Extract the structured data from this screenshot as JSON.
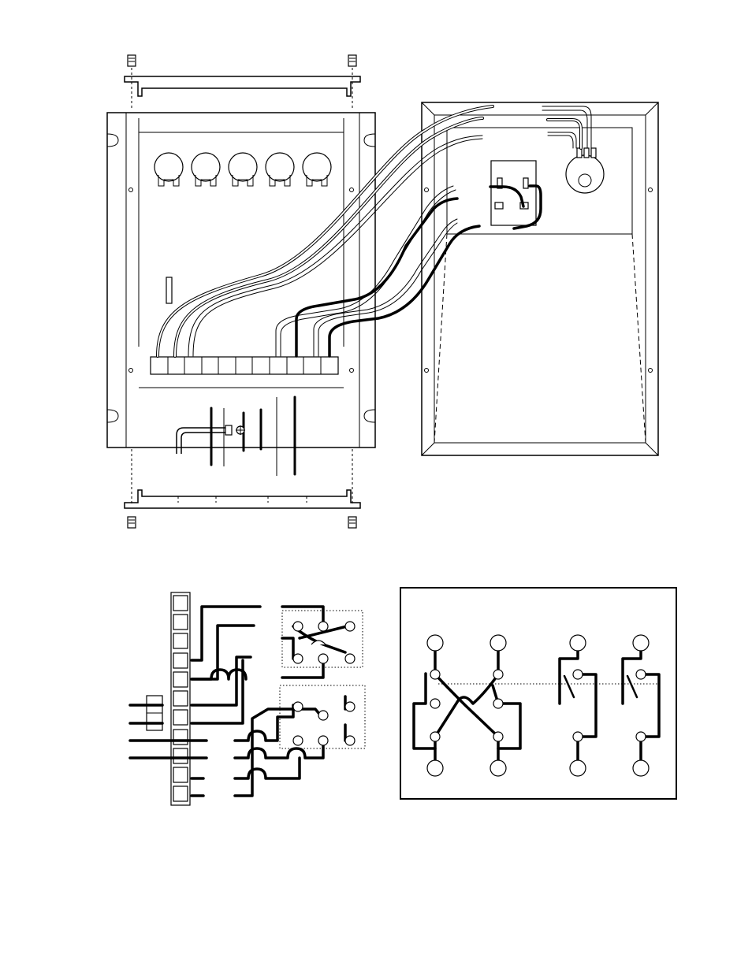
{
  "figure": {
    "domain": "Diagram",
    "description_visible_text": [],
    "colors": {
      "line": "#000000",
      "background": "#ffffff",
      "wire_insulation": "#ffffff"
    },
    "components": {
      "front_panel": {
        "pots": 5,
        "terminal_block_positions": 11
      },
      "rear_enclosure": {
        "jack_plates": 1,
        "potentiometers": 1
      },
      "schematic_left": {
        "terminal_block_positions": 11,
        "switch_blocks": 2
      },
      "schematic_right": {
        "dpdt_switches": 1,
        "spst_switches": 2
      }
    }
  }
}
